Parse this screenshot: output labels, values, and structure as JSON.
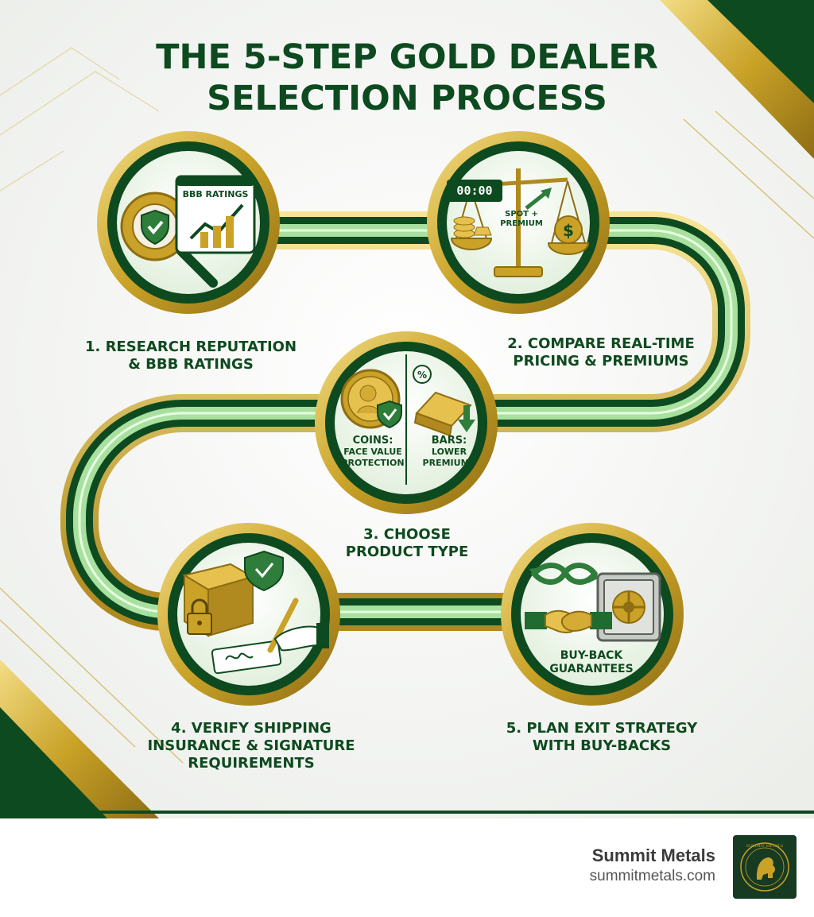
{
  "title": {
    "line1": "THE 5-STEP GOLD DEALER",
    "line2": "SELECTION PROCESS"
  },
  "colors": {
    "dark_green": "#0e4a1f",
    "gold": "#c9a227",
    "light_green": "#9fd89a",
    "background": "#f4f5f2"
  },
  "steps": [
    {
      "label_line1": "1. RESEARCH REPUTATION",
      "label_line2": "& BBB RATINGS",
      "icon": "gear-shield-magnifier-chart-icon",
      "badge": "BBB RATINGS"
    },
    {
      "label_line1": "2. COMPARE REAL-TIME",
      "label_line2": "PRICING & PREMIUMS",
      "icon": "balance-scale-icon",
      "timer": "00:00",
      "scale_label_line1": "SPOT +",
      "scale_label_line2": "PREMIUM"
    },
    {
      "label_line1": "3. CHOOSE",
      "label_line2": "PRODUCT TYPE",
      "icon": "coin-and-bar-icon",
      "left_line1": "COINS:",
      "left_line2": "FACE VALUE",
      "left_line3": "PROTECTION",
      "right_line1": "BARS:",
      "right_line2": "LOWER",
      "right_line3": "PREMIUMS",
      "percent": "%"
    },
    {
      "label_line1": "4. VERIFY SHIPPING",
      "label_line2": "INSURANCE & SIGNATURE",
      "label_line3": "REQUIREMENTS",
      "icon": "package-lock-signature-icon"
    },
    {
      "label_line1": "5. PLAN EXIT STRATEGY",
      "label_line2": "WITH BUY-BACKS",
      "icon": "handshake-safe-icon",
      "caption_line1": "BUY-BACK",
      "caption_line2": "GUARANTEES"
    }
  ],
  "footer": {
    "brand": "Summit Metals",
    "url": "summitmetals.com",
    "logo_text": "SUMMIT METALS"
  }
}
